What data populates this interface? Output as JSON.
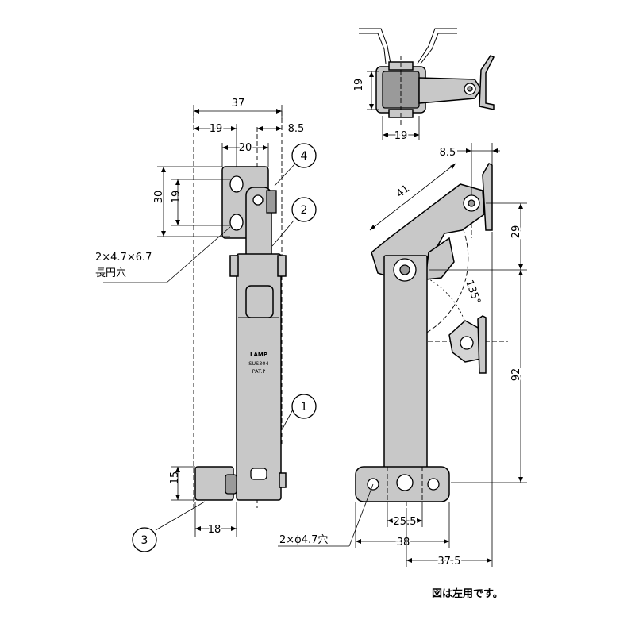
{
  "side_view": {
    "dim_total_width": "37",
    "dim_left": "19",
    "dim_right": "8.5",
    "dim_slot_pitch": "20",
    "dim_height": "30",
    "dim_slot_height": "19",
    "dim_foot_height": "15",
    "dim_foot_width": "18",
    "slot_spec_line1": "2×4.7×6.7",
    "slot_spec_line2": "長円穴",
    "stamp_brand": "LAMP",
    "stamp_material": "SUS304",
    "stamp_patent": "PAT.P"
  },
  "top_view": {
    "dim_height": "19",
    "dim_width": "19"
  },
  "front_view": {
    "dim_link_length": "41",
    "dim_offset": "8.5",
    "dim_upper_height": "29",
    "dim_total_height": "92",
    "dim_angle": "135°",
    "dim_hole_pitch": "25.5",
    "dim_base_width": "38",
    "dim_offset_bottom": "37.5",
    "hole_spec": "2×ϕ4.7穴"
  },
  "callouts": [
    "1",
    "2",
    "3",
    "4"
  ],
  "note": "図は左用です。"
}
